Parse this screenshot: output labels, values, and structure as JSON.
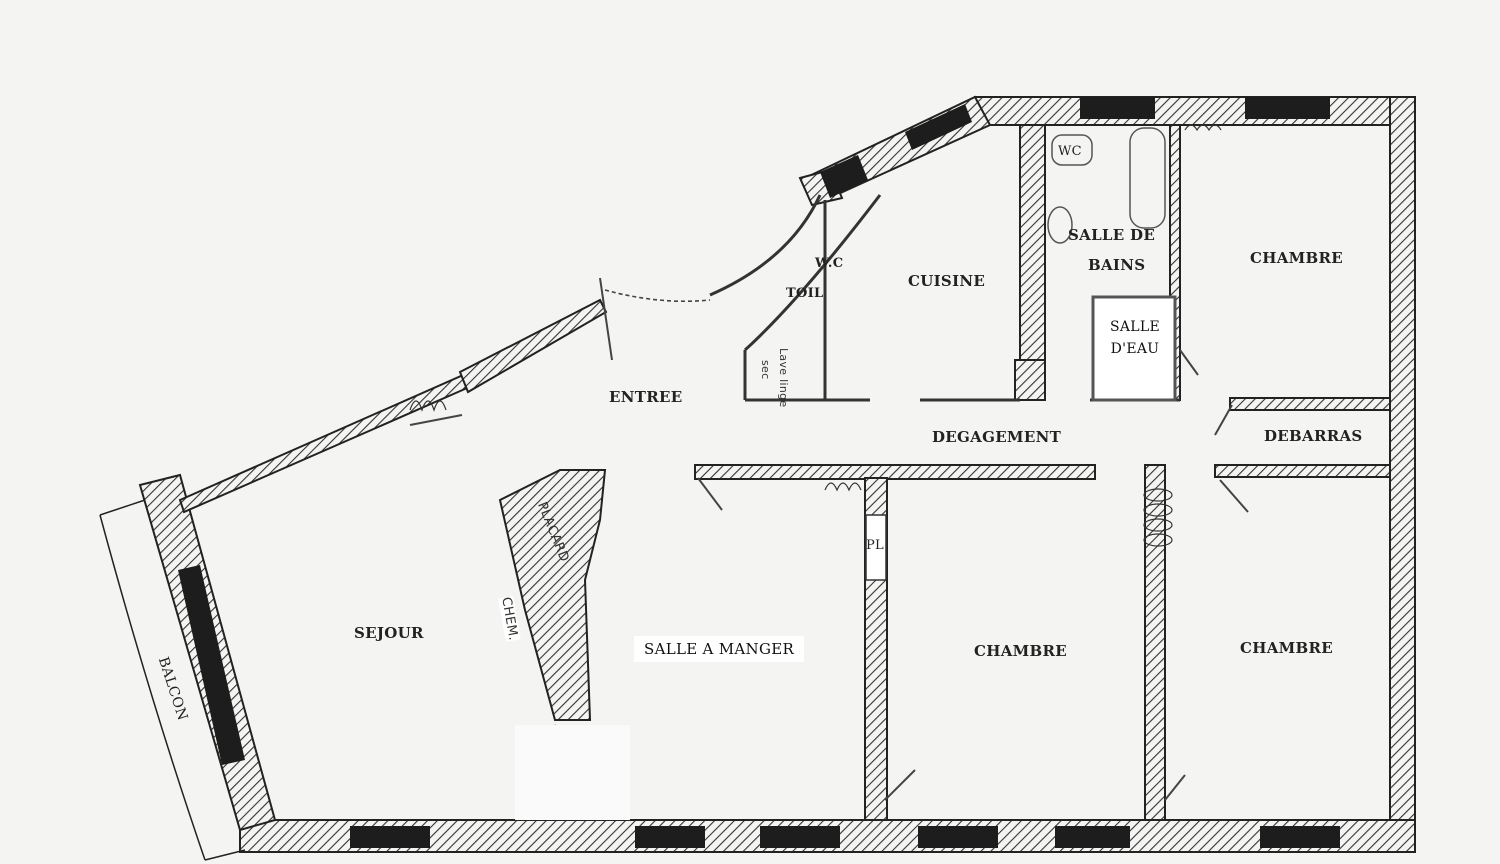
{
  "labels": {
    "entree": "ENTREE",
    "cuisine": "CUISINE",
    "wc_toil_a": "W.C",
    "wc_toil_b": "TOIL",
    "wc": "WC",
    "salle_de_bains_a": "SALLE DE",
    "salle_de_bains_b": "BAINS",
    "salle_deau_a": "SALLE",
    "salle_deau_b": "D'EAU",
    "chambre_ne": "CHAMBRE",
    "debarras": "DEBARRAS",
    "degagement": "DEGAGEMENT",
    "placard": "PLACARD",
    "chem": "CHEM.",
    "sejour": "SEJOUR",
    "salle_a_manger": "SALLE A MANGER",
    "pl": "PL",
    "chambre_mid": "CHAMBRE",
    "chambre_se": "CHAMBRE",
    "balcon": "BALCON",
    "lave_linge": "Lave linge",
    "sec": "sec"
  }
}
